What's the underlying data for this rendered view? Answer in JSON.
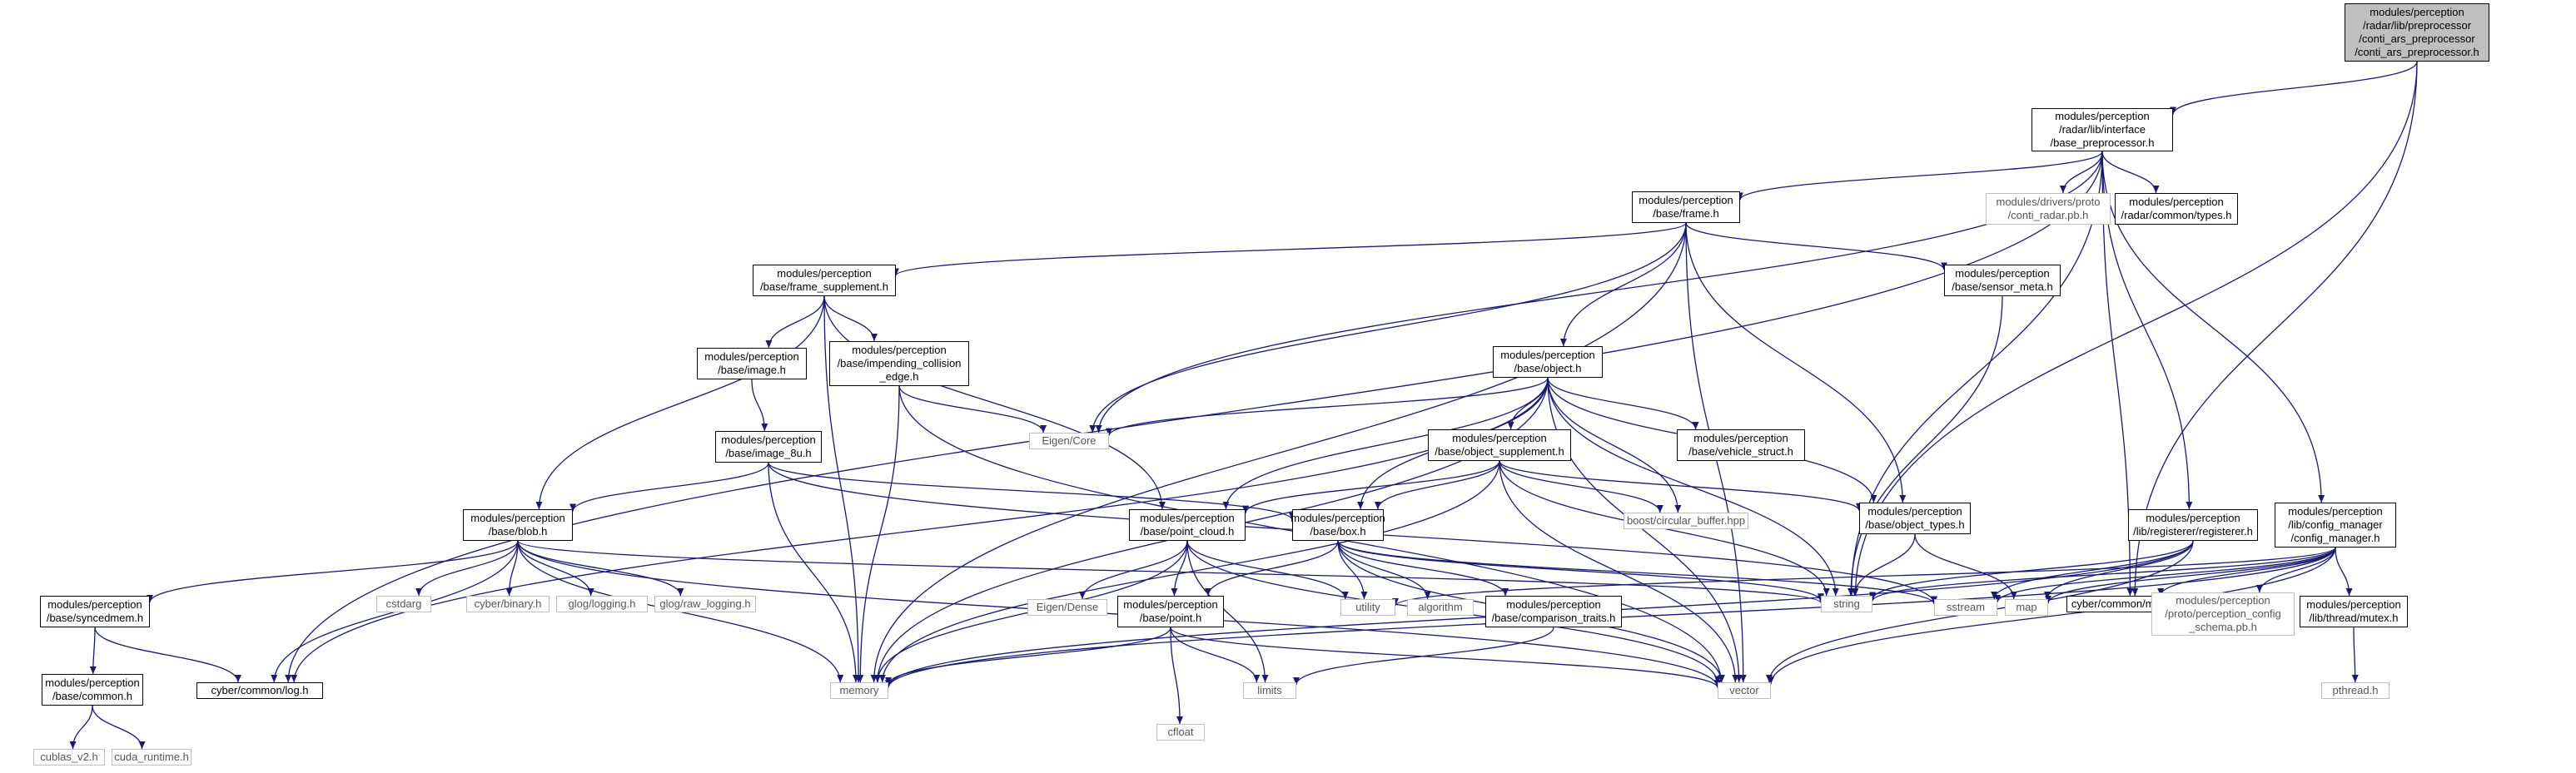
{
  "graph": {
    "edge_color": "#191970",
    "nodes": [
      {
        "id": "n0",
        "label": "modules/perception\n/radar/lib/preprocessor\n/conti_ars_preprocessor\n/conti_ars_preprocessor.h",
        "kind": "root"
      },
      {
        "id": "n1",
        "label": "modules/perception\n/radar/lib/interface\n/base_preprocessor.h",
        "kind": "local"
      },
      {
        "id": "n2",
        "label": "cyber/common/log.h",
        "kind": "local"
      },
      {
        "id": "n3",
        "label": "string",
        "kind": "external"
      },
      {
        "id": "n4",
        "label": "cyber/common/macros.h",
        "kind": "local"
      },
      {
        "id": "n5",
        "label": "Eigen/Core",
        "kind": "external"
      },
      {
        "id": "n6",
        "label": "modules/perception\n/base/frame.h",
        "kind": "local"
      },
      {
        "id": "n7",
        "label": "modules/drivers/proto\n/conti_radar.pb.h",
        "kind": "external"
      },
      {
        "id": "n8",
        "label": "modules/perception\n/radar/common/types.h",
        "kind": "local"
      },
      {
        "id": "n9",
        "label": "modules/perception\n/lib/registerer/registerer.h",
        "kind": "local"
      },
      {
        "id": "n10",
        "label": "modules/perception\n/lib/config_manager\n/config_manager.h",
        "kind": "local"
      },
      {
        "id": "n11",
        "label": "modules/perception\n/base/frame_supplement.h",
        "kind": "local"
      },
      {
        "id": "n12",
        "label": "modules/perception\n/base/sensor_meta.h",
        "kind": "local"
      },
      {
        "id": "n13",
        "label": "modules/perception\n/base/object.h",
        "kind": "local"
      },
      {
        "id": "n14",
        "label": "modules/perception\n/base/image.h",
        "kind": "local"
      },
      {
        "id": "n15",
        "label": "modules/perception\n/base/impending_collision\n_edge.h",
        "kind": "local"
      },
      {
        "id": "n16",
        "label": "modules/perception\n/base/image_8u.h",
        "kind": "local"
      },
      {
        "id": "n17",
        "label": "modules/perception\n/base/vehicle_struct.h",
        "kind": "local"
      },
      {
        "id": "n18",
        "label": "modules/perception\n/base/object_supplement.h",
        "kind": "local"
      },
      {
        "id": "n19",
        "label": "boost/circular_buffer.hpp",
        "kind": "external"
      },
      {
        "id": "n20",
        "label": "modules/perception\n/base/object_types.h",
        "kind": "local"
      },
      {
        "id": "n21",
        "label": "modules/perception\n/base/blob.h",
        "kind": "local"
      },
      {
        "id": "n22",
        "label": "modules/perception\n/base/point_cloud.h",
        "kind": "local"
      },
      {
        "id": "n23",
        "label": "modules/perception\n/base/box.h",
        "kind": "local"
      },
      {
        "id": "n24",
        "label": "modules/perception\n/base/syncedmem.h",
        "kind": "local"
      },
      {
        "id": "n25",
        "label": "cstdarg",
        "kind": "external"
      },
      {
        "id": "n26",
        "label": "cyber/binary.h",
        "kind": "external"
      },
      {
        "id": "n27",
        "label": "glog/logging.h",
        "kind": "external"
      },
      {
        "id": "n28",
        "label": "glog/raw_logging.h",
        "kind": "external"
      },
      {
        "id": "n29",
        "label": "Eigen/Dense",
        "kind": "external"
      },
      {
        "id": "n30",
        "label": "utility",
        "kind": "external"
      },
      {
        "id": "n31",
        "label": "algorithm",
        "kind": "external"
      },
      {
        "id": "n32",
        "label": "modules/perception\n/base/comparison_traits.h",
        "kind": "local"
      },
      {
        "id": "n33",
        "label": "sstream",
        "kind": "external"
      },
      {
        "id": "n34",
        "label": "map",
        "kind": "external"
      },
      {
        "id": "n35",
        "label": "modules/perception\n/proto/perception_config\n_schema.pb.h",
        "kind": "external"
      },
      {
        "id": "n36",
        "label": "modules/perception\n/lib/thread/mutex.h",
        "kind": "local"
      },
      {
        "id": "n37",
        "label": "modules/perception\n/base/common.h",
        "kind": "local"
      },
      {
        "id": "n38",
        "label": "modules/perception\n/base/point.h",
        "kind": "local"
      },
      {
        "id": "n39",
        "label": "memory",
        "kind": "external"
      },
      {
        "id": "n40",
        "label": "vector",
        "kind": "external"
      },
      {
        "id": "n41",
        "label": "cfloat",
        "kind": "external"
      },
      {
        "id": "n42",
        "label": "limits",
        "kind": "external"
      },
      {
        "id": "n43",
        "label": "pthread.h",
        "kind": "external"
      },
      {
        "id": "n44",
        "label": "cublas_v2.h",
        "kind": "external"
      },
      {
        "id": "n45",
        "label": "cuda_runtime.h",
        "kind": "external"
      }
    ],
    "edges": [
      [
        "n0",
        "n1"
      ],
      [
        "n0",
        "n3"
      ],
      [
        "n0",
        "n4"
      ],
      [
        "n1",
        "n2"
      ],
      [
        "n1",
        "n3"
      ],
      [
        "n1",
        "n4"
      ],
      [
        "n1",
        "n5"
      ],
      [
        "n1",
        "n6"
      ],
      [
        "n1",
        "n7"
      ],
      [
        "n1",
        "n8"
      ],
      [
        "n1",
        "n9"
      ],
      [
        "n1",
        "n10"
      ],
      [
        "n6",
        "n5"
      ],
      [
        "n6",
        "n11"
      ],
      [
        "n6",
        "n12"
      ],
      [
        "n6",
        "n13"
      ],
      [
        "n6",
        "n20"
      ],
      [
        "n6",
        "n39"
      ],
      [
        "n6",
        "n40"
      ],
      [
        "n11",
        "n14"
      ],
      [
        "n11",
        "n15"
      ],
      [
        "n11",
        "n21"
      ],
      [
        "n11",
        "n22"
      ],
      [
        "n11",
        "n39"
      ],
      [
        "n12",
        "n3"
      ],
      [
        "n14",
        "n16"
      ],
      [
        "n15",
        "n5"
      ],
      [
        "n15",
        "n39"
      ],
      [
        "n15",
        "n40"
      ],
      [
        "n16",
        "n21"
      ],
      [
        "n16",
        "n23"
      ],
      [
        "n16",
        "n39"
      ],
      [
        "n16",
        "n33"
      ],
      [
        "n13",
        "n5"
      ],
      [
        "n13",
        "n17"
      ],
      [
        "n13",
        "n18"
      ],
      [
        "n13",
        "n19"
      ],
      [
        "n13",
        "n20"
      ],
      [
        "n13",
        "n22"
      ],
      [
        "n13",
        "n23"
      ],
      [
        "n13",
        "n3"
      ],
      [
        "n13",
        "n39"
      ],
      [
        "n13",
        "n40"
      ],
      [
        "n13",
        "n2"
      ],
      [
        "n18",
        "n19"
      ],
      [
        "n18",
        "n20"
      ],
      [
        "n18",
        "n22"
      ],
      [
        "n18",
        "n23"
      ],
      [
        "n18",
        "n3"
      ],
      [
        "n18",
        "n40"
      ],
      [
        "n18",
        "n39"
      ],
      [
        "n20",
        "n3"
      ],
      [
        "n20",
        "n34"
      ],
      [
        "n21",
        "n24"
      ],
      [
        "n21",
        "n25"
      ],
      [
        "n21",
        "n26"
      ],
      [
        "n21",
        "n27"
      ],
      [
        "n21",
        "n28"
      ],
      [
        "n21",
        "n2"
      ],
      [
        "n21",
        "n39"
      ],
      [
        "n21",
        "n40"
      ],
      [
        "n21",
        "n3"
      ],
      [
        "n22",
        "n29"
      ],
      [
        "n22",
        "n30"
      ],
      [
        "n22",
        "n38"
      ],
      [
        "n22",
        "n42"
      ],
      [
        "n22",
        "n39"
      ],
      [
        "n22",
        "n40"
      ],
      [
        "n23",
        "n30"
      ],
      [
        "n23",
        "n31"
      ],
      [
        "n23",
        "n32"
      ],
      [
        "n23",
        "n38"
      ],
      [
        "n23",
        "n3"
      ],
      [
        "n23",
        "n33"
      ],
      [
        "n23",
        "n40"
      ],
      [
        "n24",
        "n37"
      ],
      [
        "n24",
        "n2"
      ],
      [
        "n37",
        "n44"
      ],
      [
        "n37",
        "n45"
      ],
      [
        "n38",
        "n41"
      ],
      [
        "n38",
        "n42"
      ],
      [
        "n38",
        "n39"
      ],
      [
        "n38",
        "n40"
      ],
      [
        "n32",
        "n42"
      ],
      [
        "n9",
        "n3"
      ],
      [
        "n9",
        "n34"
      ],
      [
        "n9",
        "n33"
      ],
      [
        "n9",
        "n39"
      ],
      [
        "n9",
        "n40"
      ],
      [
        "n10",
        "n3"
      ],
      [
        "n10",
        "n4"
      ],
      [
        "n10",
        "n34"
      ],
      [
        "n10",
        "n35"
      ],
      [
        "n10",
        "n36"
      ],
      [
        "n10",
        "n39"
      ],
      [
        "n10",
        "n40"
      ],
      [
        "n10",
        "n30"
      ],
      [
        "n10",
        "n33"
      ],
      [
        "n36",
        "n43"
      ]
    ]
  }
}
